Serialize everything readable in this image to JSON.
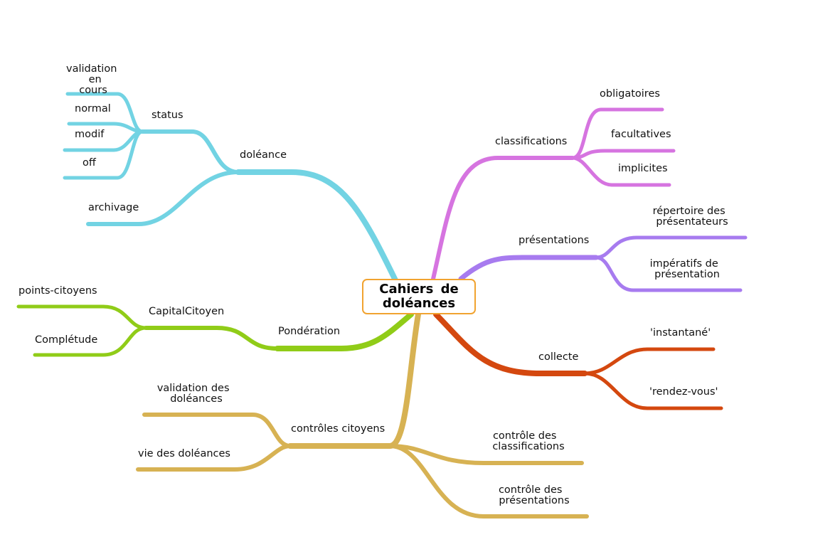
{
  "root": {
    "label": "Cahiers  de\ndoléances"
  },
  "colors": {
    "doleance": "#72d3e3",
    "classifications": "#d674e0",
    "presentations": "#a77bef",
    "collecte": "#d4480f",
    "controles": "#d7b253",
    "ponderation": "#90cc18",
    "root_border": "#f1a330"
  },
  "branches": {
    "doleance": {
      "label": "doléance",
      "status": {
        "label": "status",
        "validation": [
          "validation",
          "en",
          "cours"
        ],
        "normal": "normal",
        "modif": "modif",
        "off": "off"
      },
      "archivage": "archivage"
    },
    "classifications": {
      "label": "classifications",
      "obligatoires": "obligatoires",
      "facultatives": "facultatives",
      "implicites": "implicites"
    },
    "presentations": {
      "label": "présentations",
      "repertoire": [
        "répertoire  des",
        "présentateurs"
      ],
      "imperatifs": [
        "impératifs  de",
        "présentation"
      ]
    },
    "collecte": {
      "label": "collecte",
      "instantane": "'instantané'",
      "rendezvous": "'rendez-vous'"
    },
    "controles": {
      "label": "contrôles citoyens",
      "validation": [
        "validation  des",
        "doléances"
      ],
      "vie": "vie des doléances",
      "controle_classifications": [
        "contrôle  des",
        "classifications"
      ],
      "controle_presentations": [
        "contrôle  des",
        "présentations"
      ]
    },
    "ponderation": {
      "label": "Pondération",
      "capital": {
        "label": "CapitalCitoyen",
        "points": "points-citoyens",
        "completude": "Complétude"
      }
    }
  }
}
